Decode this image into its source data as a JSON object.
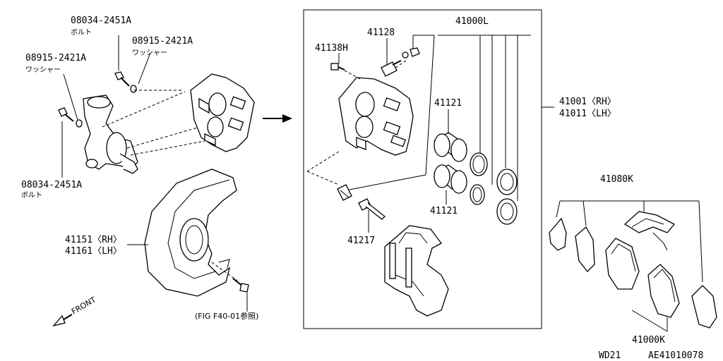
{
  "labels": {
    "bolt_upper_pn": "08034-2451A",
    "bolt_upper_jp": "ボルト",
    "washer_upper_pn": "08915-2421A",
    "washer_upper_jp": "ワッシャー",
    "washer_left_pn": "08915-2421A",
    "washer_left_jp": "ワッシャー",
    "bolt_lower_pn": "08034-2451A",
    "bolt_lower_jp": "ボルト",
    "shield_rh": "41151〈RH〉",
    "shield_lh": "41161〈LH〉",
    "fig_ref": "(FIG F40-01参照)",
    "front": "FRONT",
    "caliper_kit": "41000L",
    "bleeder": "41128",
    "cap": "41138H",
    "piston_upper": "41121",
    "piston_lower": "41121",
    "pin": "41217",
    "caliper_rh": "41001〈RH〉",
    "caliper_lh": "41011〈LH〉",
    "pad_kit_top": "41080K",
    "pad_kit_bottom": "41000K",
    "model_code": "WD21",
    "figure_code": "AE41010078"
  }
}
